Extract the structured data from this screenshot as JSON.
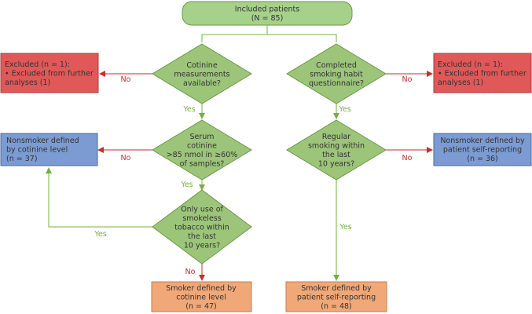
{
  "colors": {
    "diamond_fill": "#9cc57a",
    "diamond_stroke": "#6a9a45",
    "start_fill": "#a6d18a",
    "excluded_fill": "#e05858",
    "excluded_stroke": "#b23b3b",
    "nonsmoker_fill": "#7b9bd2",
    "nonsmoker_stroke": "#4a6aa3",
    "smoker_fill": "#f0a878",
    "smoker_stroke": "#c77d4d",
    "yes_line": "#76b041",
    "no_line": "#cc2b2b",
    "yes_text": "#76b041",
    "no_text": "#cc2b2b"
  },
  "nodes": {
    "start": [
      "Included patients",
      "(N = 85)"
    ],
    "cotinine_available": [
      "Cotinine",
      "measurements",
      "available?"
    ],
    "questionnaire_completed": [
      "Completed",
      "smoking habit",
      "questionnaire?"
    ],
    "excluded_left": [
      "Excluded (n = 1):",
      "• Excluded from further",
      "analyses (1)"
    ],
    "excluded_right": [
      "Excluded (n = 1):",
      "• Excluded from further",
      "analyses (1)"
    ],
    "serum_cotinine": [
      "Serum",
      "cotinine",
      ">85 nmol in ≥60%",
      "of samples?"
    ],
    "regular_smoking": [
      "Regular",
      "smoking within",
      "the last",
      "10 years?"
    ],
    "nonsmoker_cotinine": [
      "Nonsmoker defined",
      "by cotinine level",
      "(n = 37)"
    ],
    "nonsmoker_self": [
      "Nonsmoker defined by",
      "patient self-reporting",
      "(n = 36)"
    ],
    "smokeless_tobacco": [
      "Only use of",
      "smokeless",
      "tobacco within",
      "the last",
      "10 years?"
    ],
    "smoker_cotinine": [
      "Smoker defined by",
      "cotinine level",
      "(n = 47)"
    ],
    "smoker_self": [
      "Smoker defined by",
      "patient self-reporting",
      "(n = 48)"
    ]
  },
  "edge_labels": {
    "no": "No",
    "yes": "Yes"
  }
}
